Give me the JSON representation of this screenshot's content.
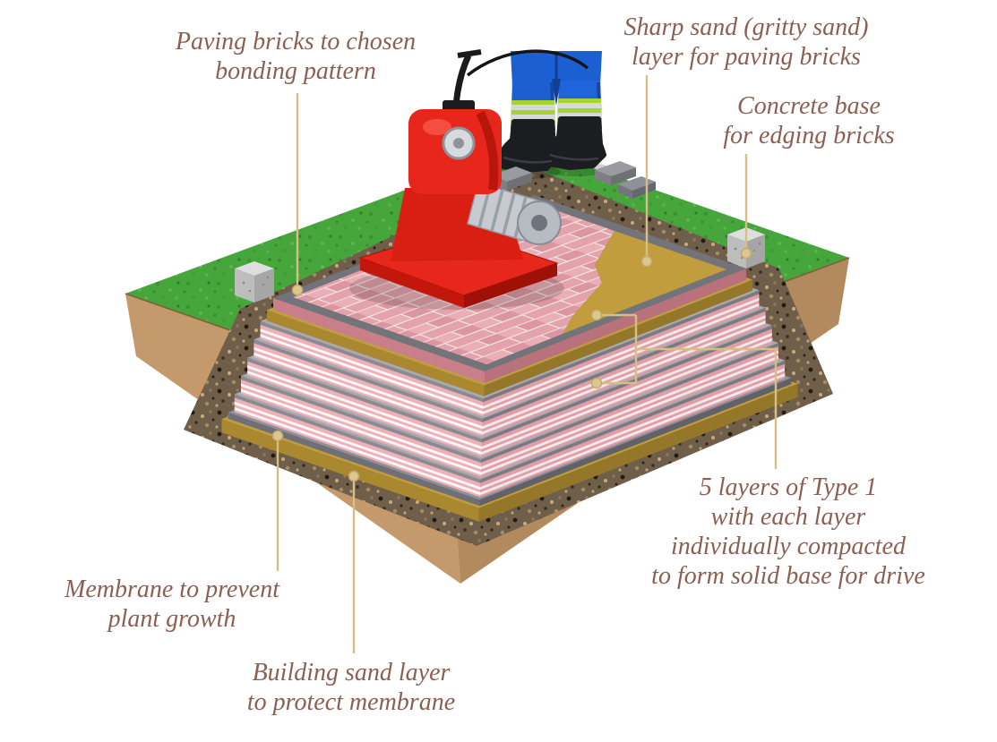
{
  "labels": {
    "paving_bricks": "Paving bricks to chosen\nbonding pattern",
    "sharp_sand": "Sharp sand (gritty sand)\nlayer for paving bricks",
    "concrete_base": "Concrete base\nfor edging bricks",
    "type1_layers": "5 layers of Type 1\nwith each layer\nindividually compacted\nto form solid base for drive",
    "membrane": "Membrane to prevent\nplant growth",
    "building_sand": "Building sand layer\nto protect membrane"
  },
  "colors": {
    "label_text": "#8c5f53",
    "leader_line": "#d5bf85",
    "grass_green": "#46a63c",
    "soil_tan": "#c4996b",
    "brick_pink": "#e6a9b2",
    "sand_gold": "#c19d3e",
    "machine_red": "#e8271c",
    "trousers_blue": "#1c5fd3",
    "hivis_green": "#a5d42f",
    "concrete_gray": "#d9d9d9"
  }
}
